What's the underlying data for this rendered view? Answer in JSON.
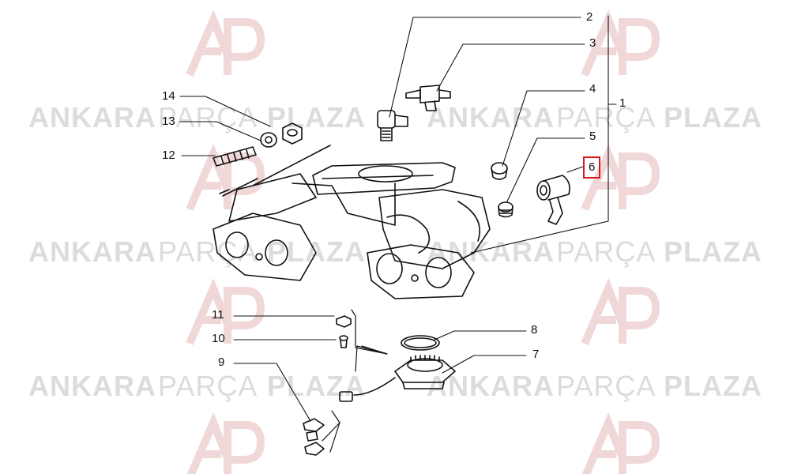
{
  "watermark": {
    "brand_part_1": "ANKARA",
    "brand_part_2": "PARÇA",
    "brand_part_3": "PLAZA",
    "logo_monogram": "AP",
    "accent_color": "#e6a3a3",
    "text_color": "#dcdcdc"
  },
  "callouts": [
    {
      "id": "2",
      "label": "2"
    },
    {
      "id": "3",
      "label": "3"
    },
    {
      "id": "1",
      "label": "1"
    },
    {
      "id": "4",
      "label": "4"
    },
    {
      "id": "14",
      "label": "14"
    },
    {
      "id": "13",
      "label": "13"
    },
    {
      "id": "5",
      "label": "5"
    },
    {
      "id": "12",
      "label": "12"
    },
    {
      "id": "6",
      "label": "6",
      "highlighted": true
    },
    {
      "id": "11",
      "label": "11"
    },
    {
      "id": "8",
      "label": "8"
    },
    {
      "id": "10",
      "label": "10"
    },
    {
      "id": "7",
      "label": "7"
    },
    {
      "id": "9",
      "label": "9"
    }
  ],
  "highlight_color": "#d41e1e",
  "line_color": "#111111"
}
